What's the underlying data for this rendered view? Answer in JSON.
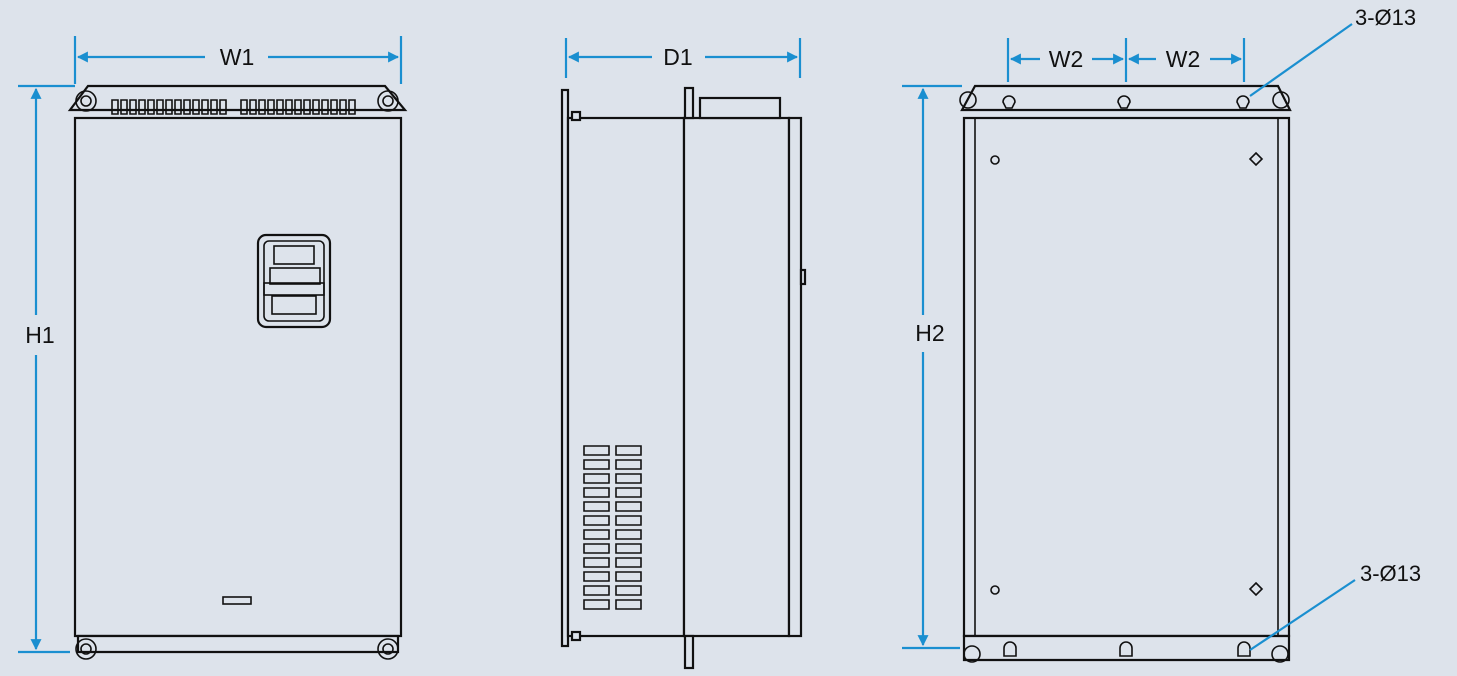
{
  "colors": {
    "background": "#dde3eb",
    "line": "#111111",
    "dimension": "#1a8fd0"
  },
  "views": {
    "front": {
      "width_label": "W1",
      "height_label": "H1"
    },
    "side": {
      "depth_label": "D1"
    },
    "back": {
      "spacing_label_left": "W2",
      "spacing_label_right": "W2",
      "height_label": "H2",
      "top_hole_note": "3-Ø13",
      "bottom_hole_note": "3-Ø13"
    }
  }
}
